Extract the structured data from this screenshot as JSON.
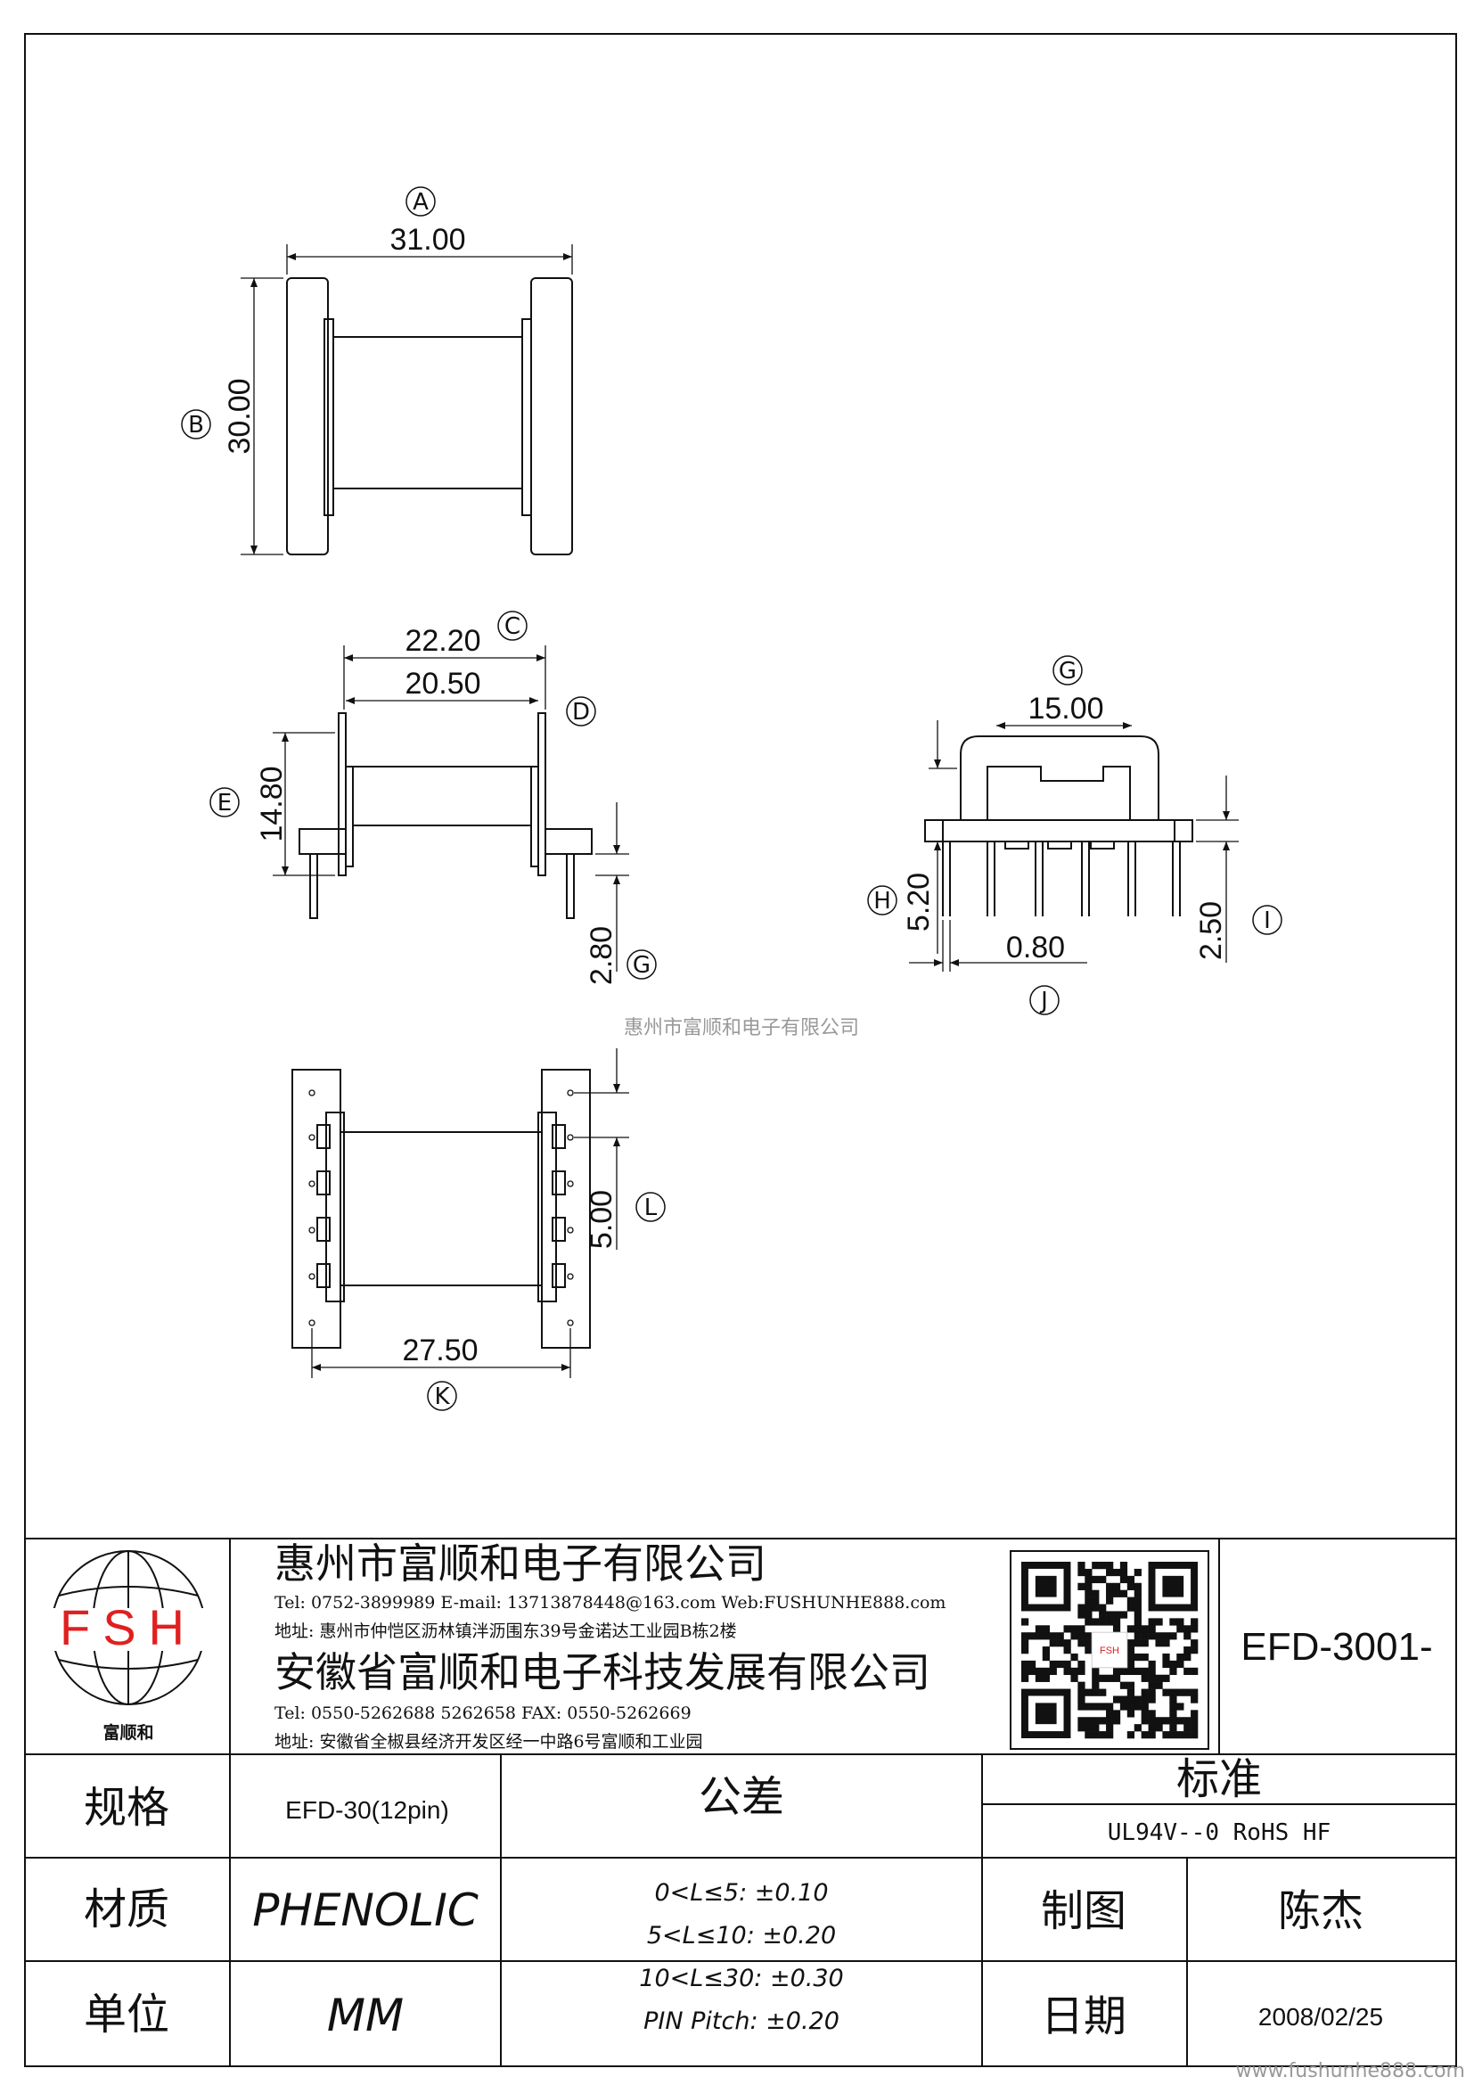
{
  "dimensions": {
    "A": {
      "label": "A",
      "value": "31.00"
    },
    "B": {
      "label": "B",
      "value": "30.00"
    },
    "C": {
      "label": "C",
      "value": "22.20"
    },
    "D": {
      "label": "D",
      "value": "20.50"
    },
    "E": {
      "label": "E",
      "value": "14.80"
    },
    "G_side": {
      "label": "G",
      "value": "2.80"
    },
    "G_front": {
      "label": "G",
      "value": "15.00"
    },
    "H": {
      "label": "H",
      "value": "5.20"
    },
    "I": {
      "label": "I",
      "value": "2.50"
    },
    "J": {
      "label": "J",
      "value": "0.80"
    },
    "K": {
      "label": "K",
      "value": "27.50"
    },
    "L": {
      "label": "L",
      "value": "5.00"
    }
  },
  "watermark_center": "惠州市富顺和电子有限公司",
  "watermark_corner": "www.fushunhe888.com",
  "logo": {
    "letters": "FSH",
    "name": "富顺和",
    "qr_tag": "FSH"
  },
  "company": {
    "name1": "惠州市富顺和电子有限公司",
    "line1": "Tel:  0752-3899989  E-mail: 13713878448@163.com  Web:FUSHUNHE888.com",
    "line2": "地址: 惠州市仲恺区沥林镇泮沥围东39号金诺达工业园B栋2楼",
    "name2": "安徽省富顺和电子科技发展有限公司",
    "line3": "Tel:  0550-5262688  5262658      FAX: 0550-5262669",
    "line4": "地址: 安徽省全椒县经济开发区经一中路6号富顺和工业园"
  },
  "part_number": "EFD-3001-",
  "table": {
    "spec_label": "规格",
    "spec_value": "EFD-30(12pin)",
    "material_label": "材质",
    "material_value": "PHENOLIC",
    "unit_label": "单位",
    "unit_value": "MM",
    "tolerance_label": "公差",
    "tolerances": [
      "0<L≤5: ±0.10",
      "5<L≤10: ±0.20",
      "10<L≤30: ±0.30",
      "PIN Pitch: ±0.20"
    ],
    "standard_label": "标准",
    "standard_value": "UL94V--0  RoHS HF",
    "drawn_label": "制图",
    "drawn_value": "陈杰",
    "date_label": "日期",
    "date_value": "2008/02/25"
  }
}
